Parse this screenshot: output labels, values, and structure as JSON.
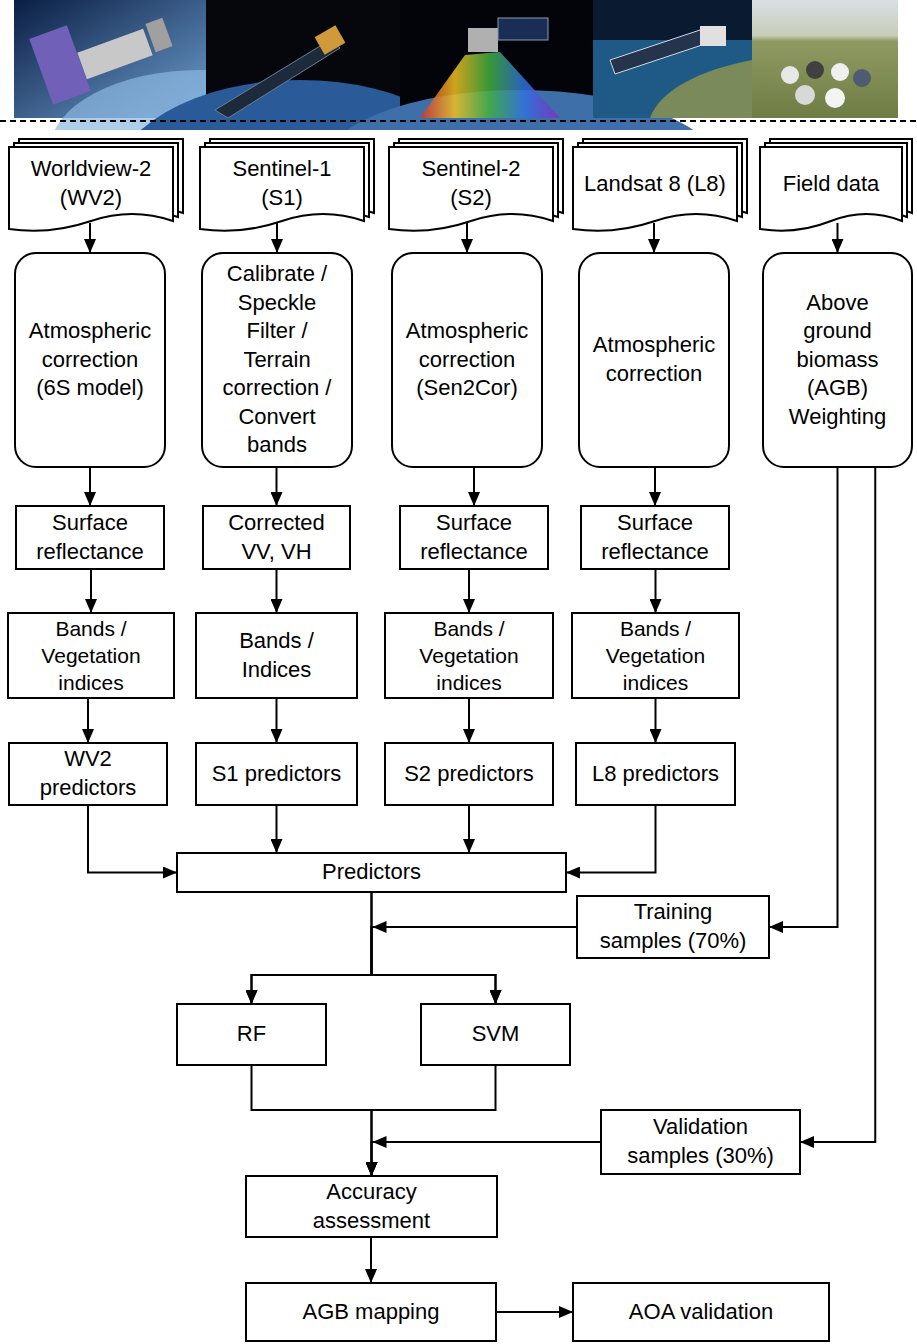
{
  "diagram": {
    "nodes": [
      {
        "text": [
          "Worldview-2 (WV2)"
        ]
      },
      {
        "text": [
          "Sentinel-1 (S1)"
        ]
      },
      {
        "text": [
          "Sentinel-2 (S2)"
        ]
      },
      {
        "text": [
          "Landsat 8 (L8)"
        ]
      },
      {
        "text": [
          "Field data"
        ]
      },
      {
        "text": [
          "Atmospheric correction (6S model)"
        ]
      },
      {
        "text": [
          "Calibrate / Speckle Filter / Terrain correction / Convert bands"
        ]
      },
      {
        "text": [
          "Atmospheric correction (Sen2Cor)"
        ]
      },
      {
        "text": [
          "Atmospheric correction"
        ]
      },
      {
        "text": [
          "Above ground biomass (AGB) Weighting"
        ]
      },
      {
        "text": [
          "Surface reflectance"
        ]
      },
      {
        "text": [
          "Corrected VV, VH"
        ]
      },
      {
        "text": [
          "Surface reflectance"
        ]
      },
      {
        "text": [
          "Surface reflectance"
        ]
      },
      {
        "text": [
          "Bands / Vegetation indices"
        ]
      },
      {
        "text": [
          "Bands / Indices"
        ]
      },
      {
        "text": [
          "Bands / Vegetation indices"
        ]
      },
      {
        "text": [
          "Bands / Vegetation indices"
        ]
      },
      {
        "text": [
          "WV2 predictors"
        ]
      },
      {
        "text": [
          "S1 predictors"
        ]
      },
      {
        "text": [
          "S2 predictors"
        ]
      },
      {
        "text": [
          "L8 predictors"
        ]
      },
      {
        "text": [
          "Predictors"
        ]
      },
      {
        "text": [
          "Training samples (70%)"
        ]
      },
      {
        "text": [
          "RF"
        ]
      },
      {
        "text": [
          "SVM"
        ]
      },
      {
        "text": [
          "Validation samples (30%)"
        ]
      },
      {
        "text": [
          "Accuracy assessment"
        ]
      },
      {
        "text": [
          "AGB mapping"
        ]
      },
      {
        "text": [
          "AOA validation"
        ]
      }
    ],
    "edges": [
      {
        "from": 0,
        "to": 5,
        "arrow": "to"
      },
      {
        "from": 1,
        "to": 6,
        "arrow": "to"
      },
      {
        "from": 2,
        "to": 7,
        "arrow": "to"
      },
      {
        "from": 3,
        "to": 8,
        "arrow": "to"
      },
      {
        "from": 4,
        "to": 9,
        "arrow": "to"
      },
      {
        "from": 5,
        "to": 10,
        "arrow": "to"
      },
      {
        "from": 6,
        "to": 11,
        "arrow": "to"
      },
      {
        "from": 7,
        "to": 12,
        "arrow": "to"
      },
      {
        "from": 8,
        "to": 13,
        "arrow": "to"
      },
      {
        "from": 10,
        "to": 14,
        "arrow": "to"
      },
      {
        "from": 11,
        "to": 15,
        "arrow": "to"
      },
      {
        "from": 12,
        "to": 16,
        "arrow": "to"
      },
      {
        "from": 13,
        "to": 17,
        "arrow": "to"
      },
      {
        "from": 14,
        "to": 18,
        "arrow": "to"
      },
      {
        "from": 15,
        "to": 19,
        "arrow": "to"
      },
      {
        "from": 16,
        "to": 20,
        "arrow": "to"
      },
      {
        "from": 17,
        "to": 21,
        "arrow": "to"
      },
      {
        "from": 18,
        "to": 22,
        "arrow": "to"
      },
      {
        "from": 19,
        "to": 22,
        "arrow": "to"
      },
      {
        "from": 20,
        "to": 22,
        "arrow": "to"
      },
      {
        "from": 21,
        "to": 22,
        "arrow": "to"
      },
      {
        "from": 9,
        "to": 23,
        "arrow": "to"
      },
      {
        "from": 9,
        "to": 26,
        "arrow": "to"
      },
      {
        "from": 22,
        "to": 24,
        "arrow": "to"
      },
      {
        "from": 22,
        "to": 25,
        "arrow": "to"
      },
      {
        "from": 23,
        "to": 24,
        "arrow": "to"
      },
      {
        "from": 23,
        "to": 25,
        "arrow": "to"
      },
      {
        "from": 24,
        "to": 27,
        "arrow": "to"
      },
      {
        "from": 25,
        "to": 27,
        "arrow": "to"
      },
      {
        "from": 26,
        "to": 27,
        "arrow": "to"
      },
      {
        "from": 27,
        "to": 28,
        "arrow": "to"
      },
      {
        "from": 28,
        "to": 29,
        "arrow": "to"
      }
    ]
  }
}
